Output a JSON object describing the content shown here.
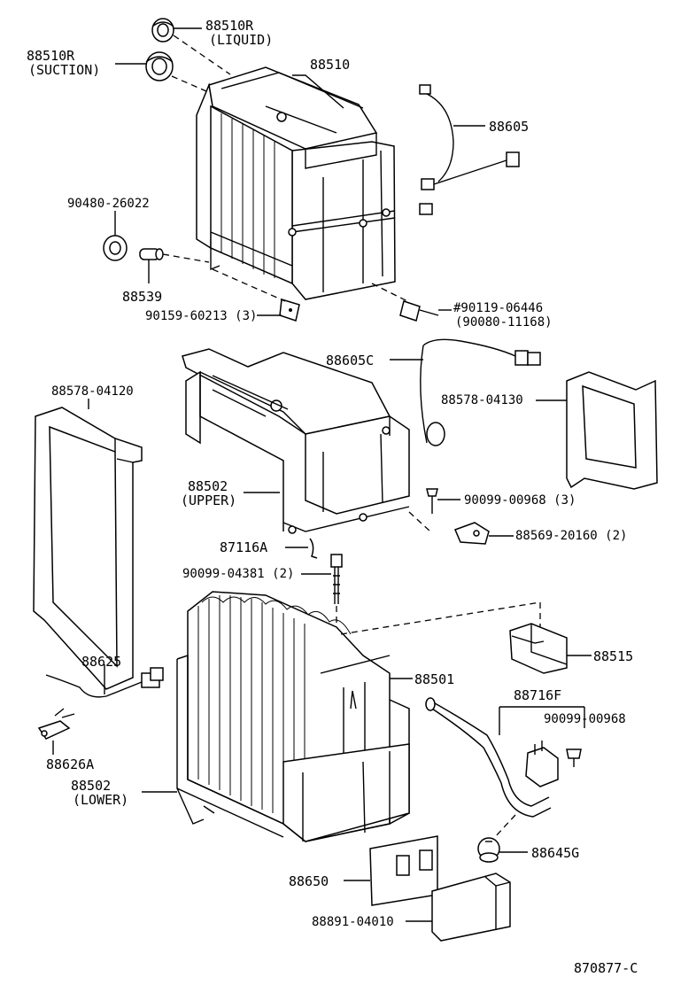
{
  "diagram": {
    "callouts": {
      "p88510r_liquid": "88510R",
      "p88510r_liquid_note": "(LIQUID)",
      "p88510r_suction": "88510R",
      "p88510r_suction_note": "(SUCTION)",
      "p88510": "88510",
      "p88605": "88605",
      "p90480": "90480-26022",
      "p88539": "88539",
      "p90159": "90159-60213 (3)",
      "p90119": "#90119-06446",
      "p90080": "(90080-11168)",
      "p88605c": "88605C",
      "p88578_04120": "88578-04120",
      "p88578_04130": "88578-04130",
      "p88502_upper": "88502",
      "p88502_upper_note": "(UPPER)",
      "p90099_00968_3": "90099-00968 (3)",
      "p87116a": "87116A",
      "p88569": "88569-20160 (2)",
      "p90099_04381": "90099-04381 (2)",
      "p88625": "88625",
      "p88515": "88515",
      "p88501": "88501",
      "p88716f": "88716F",
      "p90099_00968": "90099-00968",
      "p88626a": "88626A",
      "p88502_lower": "88502",
      "p88502_lower_note": "(LOWER)",
      "p88645g": "88645G",
      "p88650": "88650",
      "p88891": "88891-04010"
    },
    "figure_code": "870877-C"
  }
}
